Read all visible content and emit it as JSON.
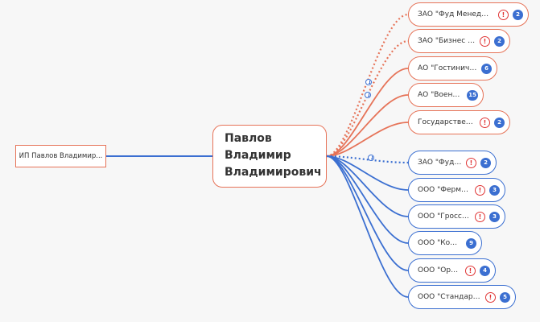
{
  "root": {
    "name_lines": [
      "Павлов",
      "Владимир",
      "Владимирович"
    ]
  },
  "left": {
    "label": "ИП Павлов Владимир..."
  },
  "colors": {
    "red": "#e67358",
    "blue": "#3b6fd1",
    "warning": "#e03535"
  },
  "nodes": [
    {
      "label": "ЗАО \"Фуд Менеджмент\"",
      "warning": true,
      "badge": "2",
      "color": "red",
      "dotted": true
    },
    {
      "label": "ЗАО \"Бизнес Клуб...",
      "warning": true,
      "badge": "2",
      "color": "red",
      "dotted": true
    },
    {
      "label": "АО \"Гостиничный...",
      "warning": false,
      "badge": "6",
      "color": "red",
      "dotted": false
    },
    {
      "label": "АО \"Военторг\"",
      "warning": false,
      "badge": "15",
      "color": "red",
      "dotted": false
    },
    {
      "label": "Государственное...",
      "warning": true,
      "badge": "2",
      "color": "red",
      "dotted": false
    },
    {
      "label": "ЗАО \"Фудбэйс\"",
      "warning": true,
      "badge": "2",
      "color": "blue",
      "dotted": true
    },
    {
      "label": "ООО \"Фермер и в\"",
      "warning": true,
      "badge": "3",
      "color": "blue",
      "dotted": false
    },
    {
      "label": "ООО \"Гроссбиф\"",
      "warning": true,
      "badge": "3",
      "color": "blue",
      "dotted": false
    },
    {
      "label": "ООО \"Консул\"",
      "warning": false,
      "badge": "9",
      "color": "blue",
      "dotted": false
    },
    {
      "label": "ООО \"Орсетто\"",
      "warning": true,
      "badge": "4",
      "color": "blue",
      "dotted": false
    },
    {
      "label": "ООО \"Стандарт Аква\"",
      "warning": true,
      "badge": "5",
      "color": "blue",
      "dotted": false
    }
  ]
}
